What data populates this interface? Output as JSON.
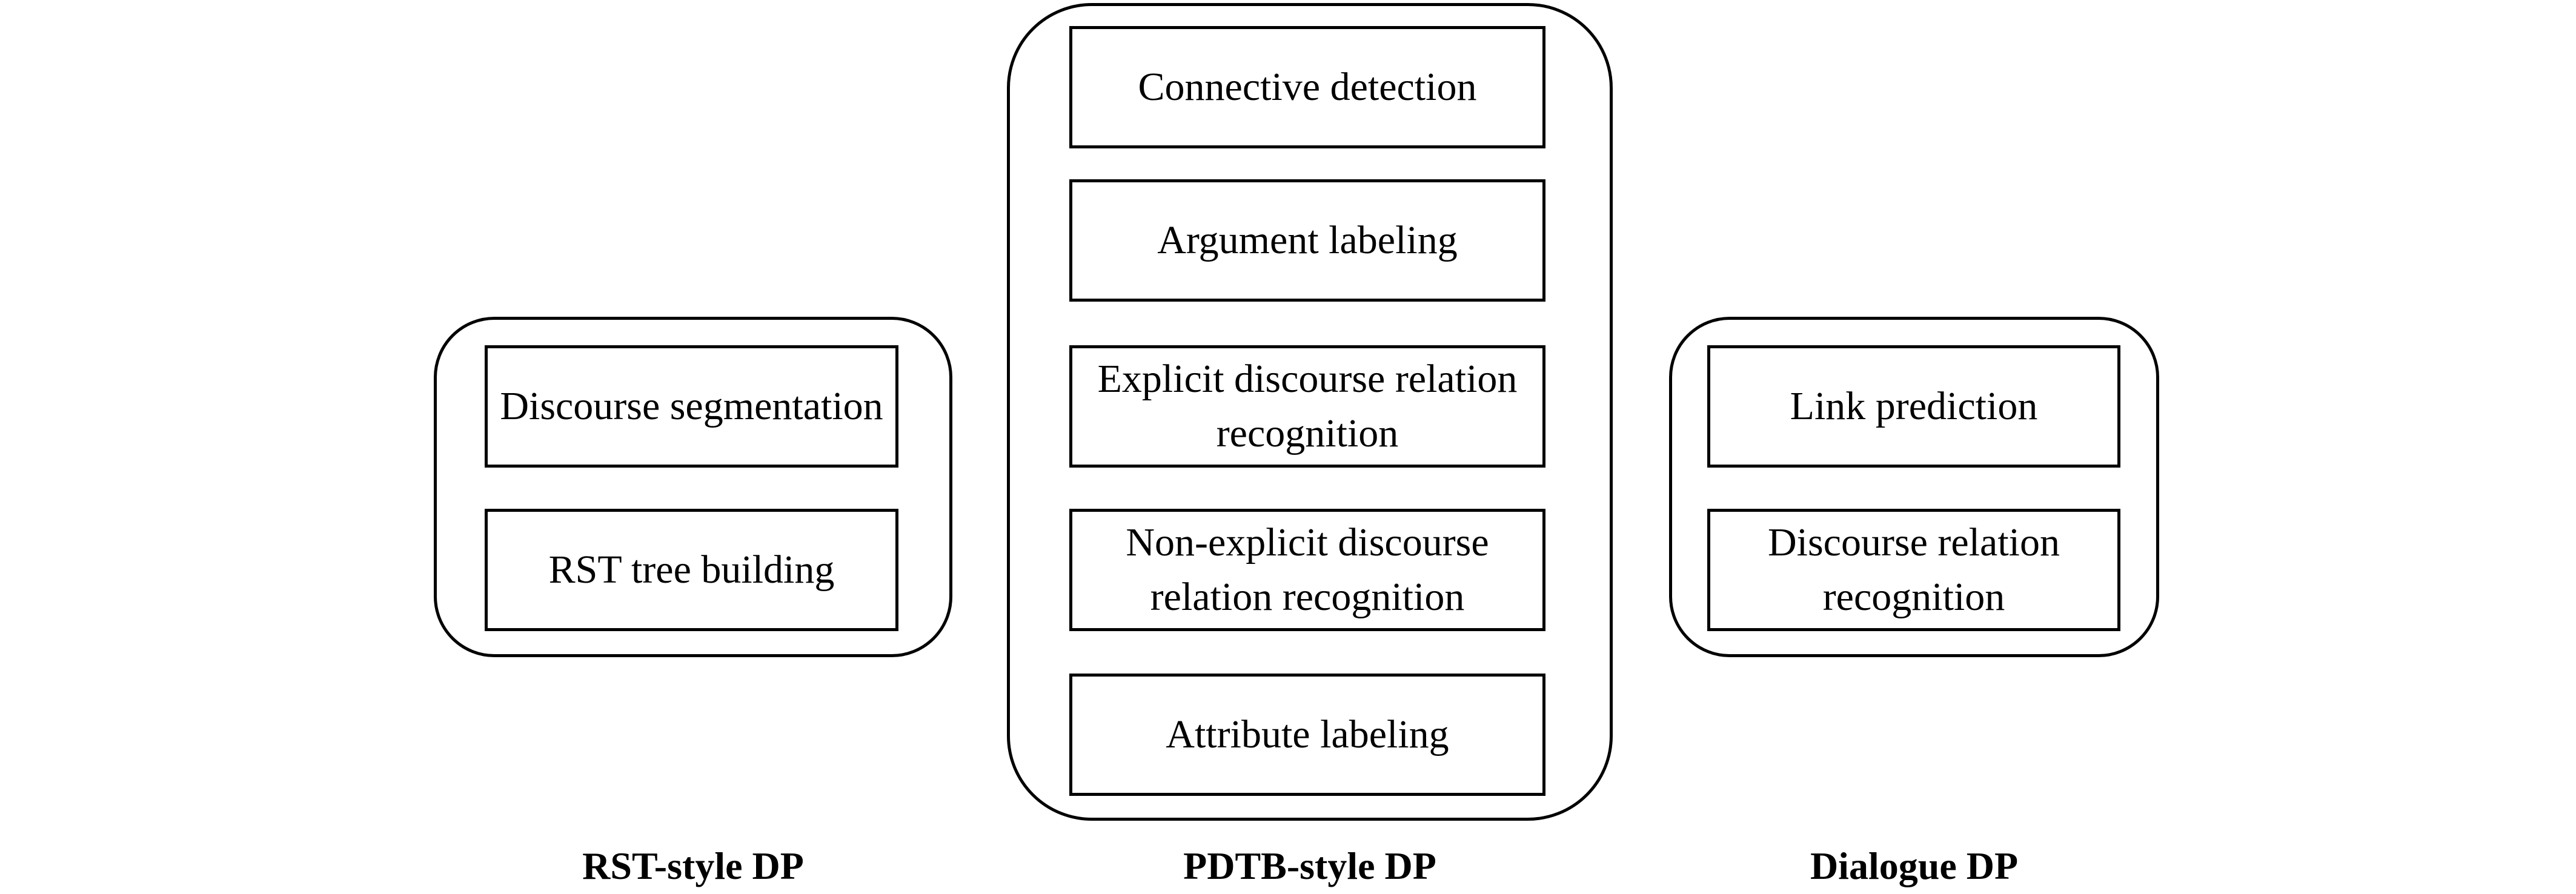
{
  "groups": {
    "rst": {
      "caption": "RST-style DP",
      "tasks": [
        "Discourse segmentation",
        "RST tree building"
      ]
    },
    "pdtb": {
      "caption": "PDTB-style DP",
      "tasks": [
        "Connective detection",
        "Argument labeling",
        "Explicit discourse relation recognition",
        "Non-explicit discourse relation recognition",
        "Attribute labeling"
      ]
    },
    "dialogue": {
      "caption": "Dialogue DP",
      "tasks": [
        "Link prediction",
        "Discourse relation recognition"
      ]
    }
  }
}
